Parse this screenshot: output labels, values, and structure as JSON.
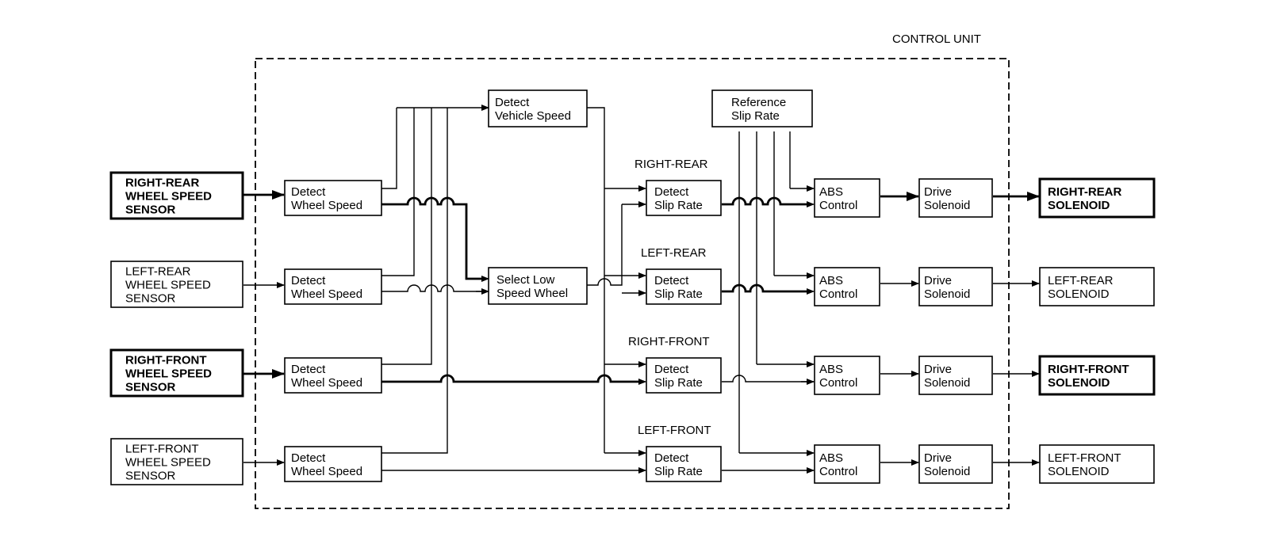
{
  "control_unit": {
    "label": "CONTROL UNIT"
  },
  "sensors": [
    {
      "id": "rr",
      "lines": [
        "RIGHT-REAR",
        "WHEEL SPEED",
        "SENSOR"
      ]
    },
    {
      "id": "lr",
      "lines": [
        "LEFT-REAR",
        "WHEEL SPEED",
        "SENSOR"
      ]
    },
    {
      "id": "rf",
      "lines": [
        "RIGHT-FRONT",
        "WHEEL SPEED",
        "SENSOR"
      ]
    },
    {
      "id": "lf",
      "lines": [
        "LEFT-FRONT",
        "WHEEL SPEED",
        "SENSOR"
      ]
    }
  ],
  "detect_wheel_speed": {
    "lines": [
      "Detect",
      "Wheel Speed"
    ]
  },
  "detect_vehicle_speed": {
    "lines": [
      "Detect",
      "Vehicle Speed"
    ]
  },
  "select_low_speed_wheel": {
    "lines": [
      "Select Low",
      "Speed Wheel"
    ]
  },
  "reference_slip_rate": {
    "lines": [
      "Reference",
      "Slip Rate"
    ]
  },
  "wheel_labels": [
    "RIGHT-REAR",
    "LEFT-REAR",
    "RIGHT-FRONT",
    "LEFT-FRONT"
  ],
  "detect_slip_rate": {
    "lines": [
      "Detect",
      "Slip Rate"
    ]
  },
  "abs_control": {
    "lines": [
      "ABS",
      "Control"
    ]
  },
  "drive_solenoid": {
    "lines": [
      "Drive",
      "Solenoid"
    ]
  },
  "solenoids": [
    {
      "id": "rr",
      "lines": [
        "RIGHT-REAR",
        "SOLENOID"
      ]
    },
    {
      "id": "lr",
      "lines": [
        "LEFT-REAR",
        "SOLENOID"
      ]
    },
    {
      "id": "rf",
      "lines": [
        "RIGHT-FRONT",
        "SOLENOID"
      ]
    },
    {
      "id": "lf",
      "lines": [
        "LEFT-FRONT",
        "SOLENOID"
      ]
    }
  ]
}
